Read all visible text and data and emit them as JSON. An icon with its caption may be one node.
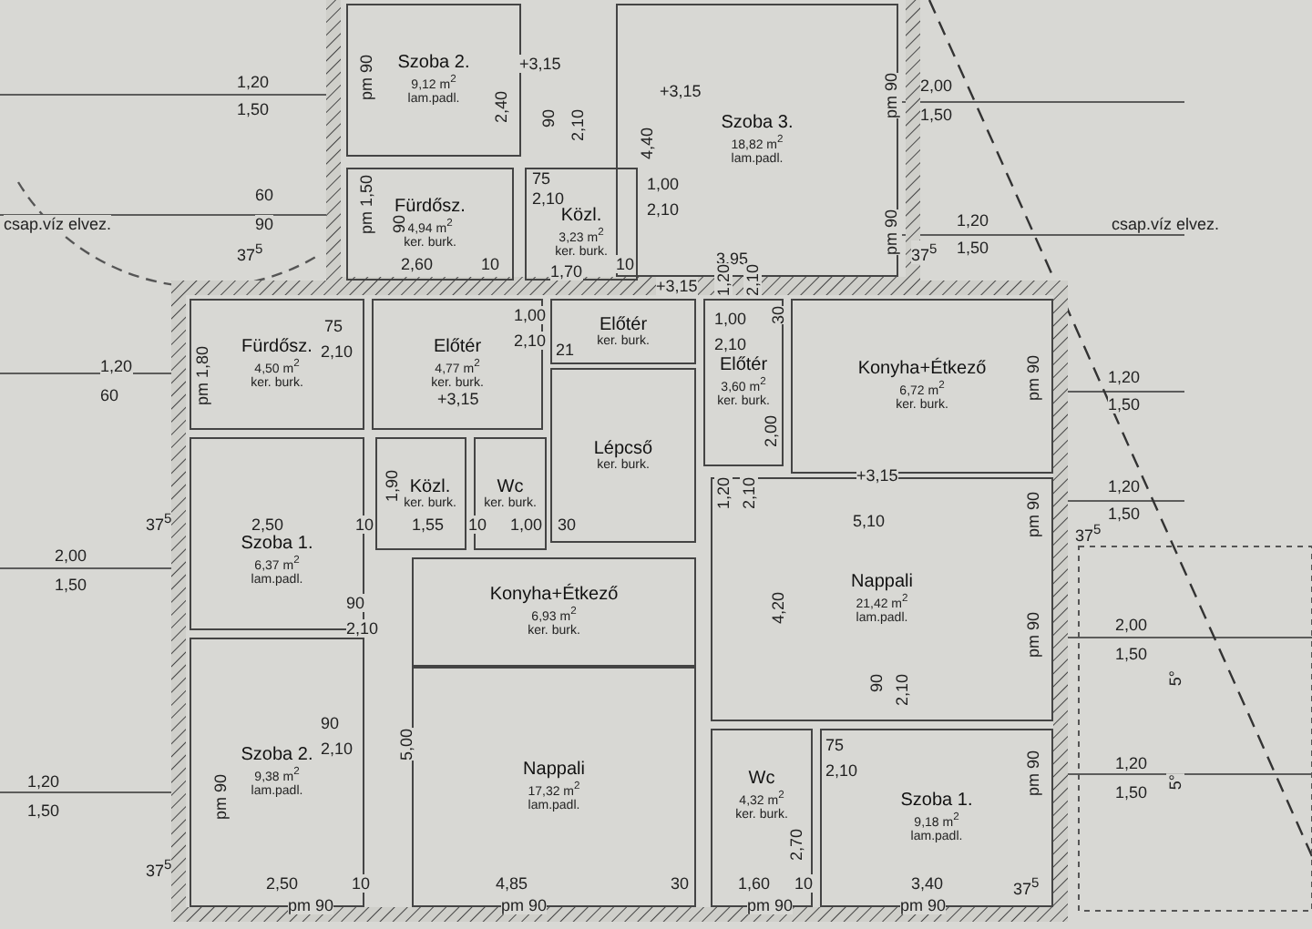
{
  "diagram": {
    "nodes": [
      {
        "text": [
          "Szoba 2.",
          "9,12 m$^{2}$",
          "lam.padl."
        ]
      },
      {
        "text": [
          "Fürdősz.",
          "4,94 m$^{2}$",
          "ker. burk."
        ]
      },
      {
        "text": [
          "Közl.",
          "3,23 m$^{2}$",
          "ker. burk."
        ]
      },
      {
        "text": [
          "Szoba 3.",
          "18,82 m$^{2}$",
          "lam.padl."
        ]
      },
      {
        "text": [
          "Fürdősz.",
          "4,50 m$^{2}$",
          "ker. burk."
        ]
      },
      {
        "text": [
          "Előtér",
          "4,77 m$^{2}$",
          "ker. burk."
        ]
      },
      {
        "text": [
          "Előtér",
          "ker. burk."
        ]
      },
      {
        "text": [
          "Lépcső",
          "ker. burk."
        ]
      },
      {
        "text": [
          "Előtér",
          "3,60 m$^{2}$",
          "ker. burk."
        ]
      },
      {
        "text": [
          "Konyha+Étkező",
          "6,72 m$^{2}$",
          "ker. burk."
        ]
      },
      {
        "text": [
          "Közl.",
          "ker. burk."
        ]
      },
      {
        "text": [
          "Wc",
          "ker. burk."
        ]
      },
      {
        "text": [
          "Szoba 1.",
          "6,37 m$^{2}$",
          "lam.padl."
        ]
      },
      {
        "text": [
          "Konyha+Étkező",
          "6,93 m$^{2}$",
          "ker. burk."
        ]
      },
      {
        "text": [
          "Nappali",
          "17,32 m$^{2}$",
          "lam.padl."
        ]
      },
      {
        "text": [
          "Nappali",
          "21,42 m$^{2}$",
          "lam.padl."
        ]
      },
      {
        "text": [
          "Szoba 2.",
          "9,38 m$^{2}$",
          "lam.padl."
        ]
      },
      {
        "text": [
          "Wc",
          "4,32 m$^{2}$",
          "ker. burk."
        ]
      },
      {
        "text": [
          "Szoba 1.",
          "9,18 m$^{2}$",
          "lam.padl."
        ]
      }
    ],
    "labels": [
      "1,20",
      "1,50",
      "pm 90",
      "2,40",
      "+3,15",
      "2,00",
      "1,50",
      "pm 90",
      "+3,15",
      "4,40",
      "90",
      "2,10",
      "60",
      "csap.víz elvez.",
      "90",
      "75",
      "2,10",
      "1,00",
      "2,10",
      "pm 1,50",
      "90",
      "1,20",
      "1,50",
      "csap.víz elvez.",
      "pm 90",
      "3,95",
      "37$^{5}$",
      "37$^{5}$",
      "2,60",
      "10",
      "1,70",
      "10",
      "1,20",
      "2,10",
      "+3,15",
      "1,00",
      "2,10",
      "21",
      "1,00",
      "2,10",
      "pm 1,80",
      "1,20",
      "60",
      "75",
      "2,10",
      "+3,15",
      "30",
      "2,00",
      "pm 90",
      "1,20",
      "1,50",
      "1,20",
      "2,10",
      "+3,15",
      "1,90",
      "37$^{5}$",
      "2,50",
      "10",
      "1,55",
      "10",
      "1,00",
      "30",
      "5,10",
      "pm 90",
      "1,20",
      "1,50",
      "37$^{5}$",
      "2,00",
      "1,50",
      "90",
      "2,10",
      "4,20",
      "2,00",
      "1,50",
      "5°",
      "pm 90",
      "90",
      "2,10",
      "90",
      "2,10",
      "5,00",
      "75",
      "2,10",
      "1,20",
      "1,50",
      "pm 90",
      "1,20",
      "1,50",
      "5°",
      "pm 90",
      "37$^{5}$",
      "2,50",
      "10",
      "4,85",
      "30",
      "1,60",
      "2,70",
      "10",
      "3,40",
      "37$^{5}$",
      "pm 90",
      "pm 90",
      "pm 90",
      "pm 90"
    ]
  }
}
